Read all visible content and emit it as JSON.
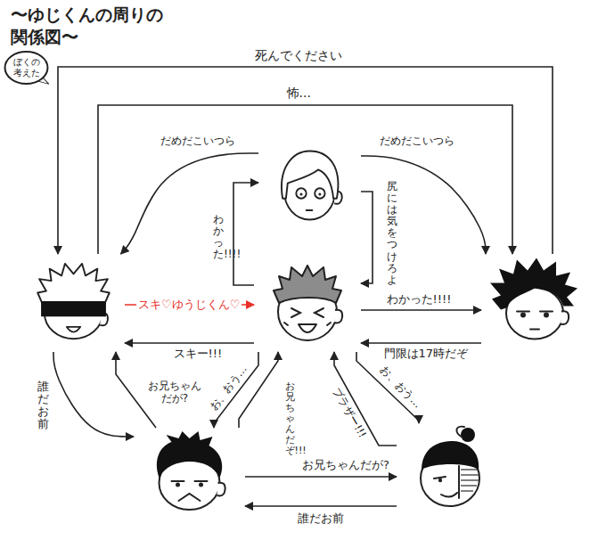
{
  "diagram": {
    "title": "〜ゆじくんの周りの 関係図〜",
    "nodes": [
      {
        "text": [
          "ぼくの考えた"
        ]
      },
      {
        "text": []
      },
      {
        "text": []
      },
      {
        "text": []
      },
      {
        "text": []
      },
      {
        "text": []
      },
      {
        "text": []
      }
    ],
    "edges": [
      {
        "from": 4,
        "to": 2,
        "arrow": "to",
        "label": "死んでください"
      },
      {
        "from": 2,
        "to": 4,
        "arrow": "to",
        "label": "怖..."
      },
      {
        "from": 1,
        "to": 2,
        "arrow": "to",
        "label": "だめだこいつら"
      },
      {
        "from": 3,
        "to": 1,
        "arrow": "to",
        "label": "わかった!!!!"
      },
      {
        "from": 1,
        "to": 4,
        "arrow": "to",
        "label": "だめだこいつら"
      },
      {
        "from": 1,
        "to": 3,
        "arrow": "to",
        "label": "尻には気をつけろよ"
      },
      {
        "from": 2,
        "to": 3,
        "arrow": "to",
        "label": "スキ♡ゆうじくん♡"
      },
      {
        "from": 3,
        "to": 2,
        "arrow": "to",
        "label": "スキー!!!"
      },
      {
        "from": 3,
        "to": 4,
        "arrow": "to",
        "label": "わかった!!!!"
      },
      {
        "from": 4,
        "to": 3,
        "arrow": "to",
        "label": "門限は17時だぞ"
      },
      {
        "from": 5,
        "to": 2,
        "arrow": "to",
        "label": "お兄ちゃんだが?"
      },
      {
        "from": 2,
        "to": 5,
        "arrow": "to",
        "label": "誰だお前"
      },
      {
        "from": 3,
        "to": 5,
        "arrow": "to",
        "label": "お、おう…"
      },
      {
        "from": 5,
        "to": 3,
        "arrow": "to",
        "label": "お兄ちゃんだぞ!!!"
      },
      {
        "from": 3,
        "to": 6,
        "arrow": "to",
        "label": "お、おう…"
      },
      {
        "from": 6,
        "to": 3,
        "arrow": "to",
        "label": "ブラザー!!!"
      },
      {
        "from": 5,
        "to": 6,
        "arrow": "to",
        "label": "お兄ちゃんだが?"
      },
      {
        "from": 6,
        "to": 5,
        "arrow": "to",
        "label": "誰だお前"
      }
    ]
  }
}
